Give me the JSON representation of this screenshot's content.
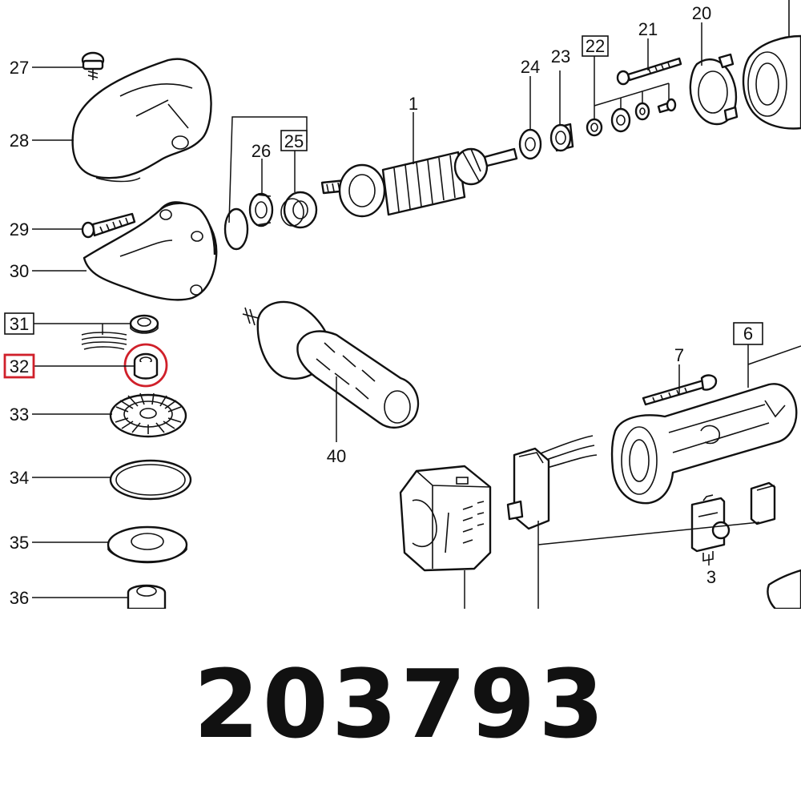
{
  "diagram": {
    "callouts": {
      "c1": "1",
      "c3": "3",
      "c6": "6",
      "c7": "7",
      "c20": "20",
      "c21": "21",
      "c22": "22",
      "c23": "23",
      "c24": "24",
      "c25": "25",
      "c26": "26",
      "c27": "27",
      "c28": "28",
      "c29": "29",
      "c30": "30",
      "c31": "31",
      "c32": "32",
      "c33": "33",
      "c34": "34",
      "c35": "35",
      "c36": "36",
      "c40": "40"
    },
    "highlight_color": "#d0202a"
  },
  "part_number": "203793"
}
